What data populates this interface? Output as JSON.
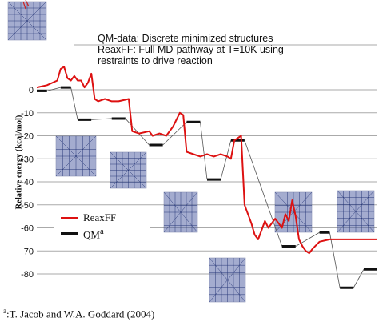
{
  "annotation": {
    "line1": "QM-data: Discrete minimized structures",
    "line2": "ReaxFF: Full MD-pathway at T=10K using",
    "line3": "restraints to drive reaction"
  },
  "footnote": {
    "mark": "a",
    "text": ":T. Jacob and W.A. Goddard (2004)"
  },
  "chart_data": {
    "type": "line",
    "ylabel": "Relative energy (kcal/mol)",
    "ylim": [
      -84,
      12
    ],
    "xlim": [
      0,
      100
    ],
    "yticks": [
      0,
      -10,
      -20,
      -30,
      -40,
      -50,
      -60,
      -70,
      -80
    ],
    "ytick_labels": [
      "0",
      "-10",
      "-20",
      "-30",
      "-40",
      "-50",
      "-60",
      "-70",
      "-80"
    ],
    "grid": true,
    "legend_position": "lower-left",
    "colors": {
      "reaxff": "#dd1111",
      "qm": "#111111",
      "connector": "#555555",
      "grid": "#aaaaaa"
    },
    "series": [
      {
        "name": "ReaxFF",
        "style": "line",
        "points": [
          [
            0,
            1
          ],
          [
            3,
            2
          ],
          [
            6,
            4
          ],
          [
            7,
            9
          ],
          [
            8,
            10
          ],
          [
            9,
            5
          ],
          [
            10,
            4
          ],
          [
            11,
            6
          ],
          [
            12,
            4
          ],
          [
            13,
            4
          ],
          [
            14,
            1
          ],
          [
            15,
            3
          ],
          [
            16,
            7
          ],
          [
            17,
            -4
          ],
          [
            18,
            -5
          ],
          [
            20,
            -4
          ],
          [
            22,
            -5
          ],
          [
            24,
            -5
          ],
          [
            27,
            -4
          ],
          [
            28,
            -18
          ],
          [
            30,
            -19
          ],
          [
            33,
            -18
          ],
          [
            34,
            -20
          ],
          [
            36,
            -19
          ],
          [
            38,
            -20
          ],
          [
            40,
            -16
          ],
          [
            42,
            -10
          ],
          [
            43,
            -11
          ],
          [
            44,
            -27
          ],
          [
            46,
            -28
          ],
          [
            48,
            -29
          ],
          [
            50,
            -28
          ],
          [
            52,
            -29
          ],
          [
            54,
            -28
          ],
          [
            56,
            -29
          ],
          [
            57,
            -30
          ],
          [
            58,
            -22
          ],
          [
            60,
            -20
          ],
          [
            61,
            -50
          ],
          [
            63,
            -58
          ],
          [
            64,
            -63
          ],
          [
            65,
            -65
          ],
          [
            66,
            -61
          ],
          [
            67,
            -57
          ],
          [
            68,
            -60
          ],
          [
            70,
            -56
          ],
          [
            72,
            -60
          ],
          [
            73,
            -54
          ],
          [
            74,
            -57
          ],
          [
            75,
            -48
          ],
          [
            76,
            -55
          ],
          [
            77,
            -65
          ],
          [
            78,
            -68
          ],
          [
            79,
            -70
          ],
          [
            80,
            -71
          ],
          [
            81,
            -69
          ],
          [
            83,
            -66
          ],
          [
            86,
            -65
          ],
          [
            90,
            -65
          ],
          [
            95,
            -65
          ],
          [
            100,
            -65
          ]
        ]
      },
      {
        "name": "QM",
        "name_superscript": "a",
        "style": "steps",
        "levels": [
          {
            "x": [
              0,
              3
            ],
            "y": -0.5
          },
          {
            "x": [
              7,
              10
            ],
            "y": 1
          },
          {
            "x": [
              12,
              16
            ],
            "y": -13
          },
          {
            "x": [
              22,
              26
            ],
            "y": -12.5
          },
          {
            "x": [
              33,
              37
            ],
            "y": -24
          },
          {
            "x": [
              44,
              48
            ],
            "y": -14
          },
          {
            "x": [
              50,
              54
            ],
            "y": -39
          },
          {
            "x": [
              57,
              61
            ],
            "y": -22
          },
          {
            "x": [
              72,
              76
            ],
            "y": -68
          },
          {
            "x": [
              83,
              86
            ],
            "y": -62
          },
          {
            "x": [
              89,
              93
            ],
            "y": -86
          },
          {
            "x": [
              96,
              100
            ],
            "y": -78
          }
        ]
      }
    ]
  },
  "molecules": [
    {
      "name": "mol-1",
      "has_arrow": true
    },
    {
      "name": "mol-2",
      "has_arrow": false
    },
    {
      "name": "mol-3",
      "has_arrow": true
    },
    {
      "name": "mol-4",
      "has_arrow": false
    },
    {
      "name": "mol-5",
      "has_arrow": true
    },
    {
      "name": "mol-6",
      "has_arrow": false
    },
    {
      "name": "mol-7",
      "has_arrow": true
    },
    {
      "name": "mol-8",
      "has_arrow": true
    }
  ]
}
